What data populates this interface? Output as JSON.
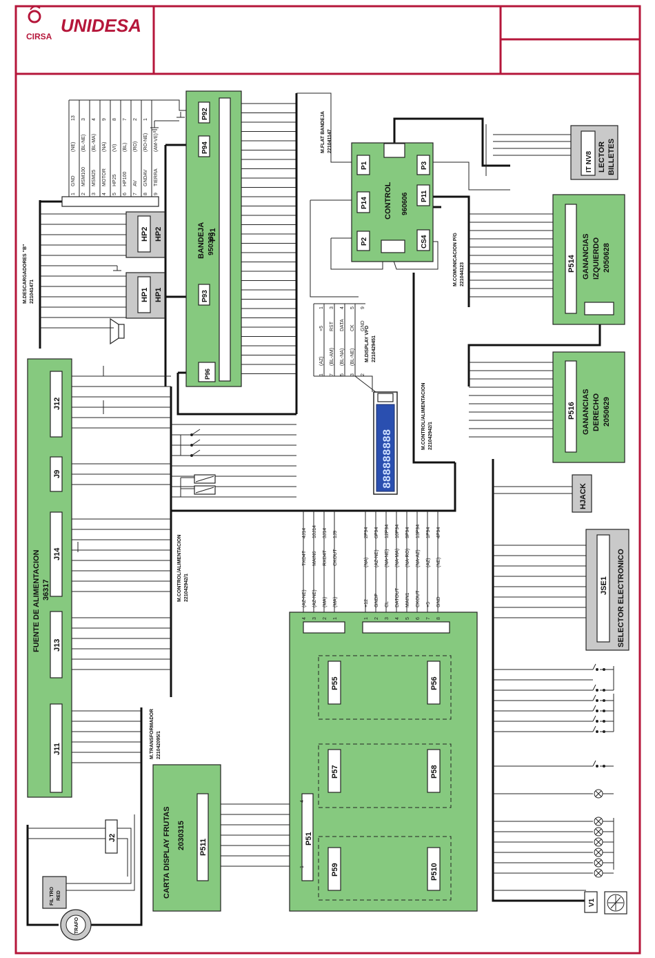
{
  "header": {
    "brand_small": "CIRSA",
    "brand": "UNIDESA"
  },
  "boards": {
    "bandeja": {
      "title": "BANDEJA",
      "code": "950303"
    },
    "control": {
      "title": "CONTROL",
      "code": "960606"
    },
    "lector": {
      "line1": "LECTOR",
      "line2": "BILLETES",
      "connector": "IT NV8"
    },
    "ganancias_izq": {
      "title": "GANANCIAS",
      "side": "IZQUIERDO",
      "code": "2050628",
      "connector": "P514"
    },
    "ganancias_der": {
      "title": "GANANCIAS",
      "side": "DERECHO",
      "code": "2050629",
      "connector": "P516"
    },
    "fuente": {
      "title": "FUENTE DE ALIMENTACION",
      "code": "36317"
    },
    "selector": {
      "title": "SELECTOR ELECTRONICO",
      "connector": "JSE1"
    },
    "carta": {
      "title": "CARTA DISPLAY FRUTAS",
      "code": "2030315",
      "connector": "P511"
    },
    "hjack": "HJACK",
    "filtro": {
      "line1": "FIL TRO",
      "line2": "RED"
    },
    "trafo": "TRAFO",
    "hp1": {
      "box": "HP1",
      "inner": "HP1"
    },
    "hp2": {
      "box": "HP2",
      "inner": "HP2"
    }
  },
  "connectors": {
    "p92": "P92",
    "p94": "P94",
    "p93": "P93",
    "p96": "P96",
    "p91": "P91",
    "p1": "P1",
    "p3": "P3",
    "p14": "P14",
    "p11": "P11",
    "p2": "P2",
    "cs4": "CS4",
    "j12": "J12",
    "j9": "J9",
    "j14": "J14",
    "j13": "J13",
    "j11": "J11",
    "j2": "J2",
    "p51": "P51",
    "p55": "P55",
    "p56": "P56",
    "p57": "P57",
    "p58": "P58",
    "p59": "P59",
    "p510": "P510",
    "v1": "V1"
  },
  "cables": {
    "descargadores": {
      "name": "M.DESCARGADORES \"B\"",
      "code": "221041471"
    },
    "flat_bandeja": {
      "name": "M.FLAT BANDEJA",
      "code": "221041147"
    },
    "display_vfd": {
      "name": "M.DISPLAY VFD",
      "code": "2210429451"
    },
    "comunicacion": {
      "name": "M.COMUNICACION P/G",
      "code": "221044123"
    },
    "control_alim_1": {
      "name": "M.CONTROL/ALIMENTACION",
      "code": "221042942/1"
    },
    "control_alim_2": {
      "name": "M.CONTROL/ALIMENTACION",
      "code": "221042942/1"
    },
    "transformador": {
      "name": "M.TRANSFORMADOR",
      "code": "221042095/1"
    }
  },
  "pin_table_top": [
    {
      "n": "1",
      "name": "GND",
      "color": "(NE)",
      "p": "13"
    },
    {
      "n": "2",
      "name": "MSM100",
      "color": "(BL-NE)",
      "p": "3"
    },
    {
      "n": "3",
      "name": "MSM25",
      "color": "(BL-MA)",
      "p": "4"
    },
    {
      "n": "4",
      "name": "MOTOR",
      "color": "(NA)",
      "p": "9"
    },
    {
      "n": "5",
      "name": "HP25",
      "color": "(VI)",
      "p": "8"
    },
    {
      "n": "6",
      "name": "HP100",
      "color": "(BL)",
      "p": "7"
    },
    {
      "n": "7",
      "name": "AV",
      "color": "(RO)",
      "p": "2"
    },
    {
      "n": "8",
      "name": "GNDAV",
      "color": "(RO-NE)",
      "p": "1"
    },
    {
      "n": "9",
      "name": "TIERRA",
      "color": "(AM-VE)",
      "p": ""
    }
  ],
  "pin_table_vfd": [
    {
      "n": "1",
      "color": "(AZ)",
      "name": "+5",
      "p": "1"
    },
    {
      "n": "7",
      "color": "(BL-AM)",
      "name": "RST",
      "p": "3"
    },
    {
      "n": "5",
      "color": "(BL-NA)",
      "name": "DATA",
      "p": "4"
    },
    {
      "n": "3",
      "color": "(BL-NE)",
      "name": "CK",
      "p": "5"
    },
    {
      "n": "2",
      "color": "",
      "name": "GND",
      "p": "9"
    }
  ],
  "pin_table_main_a": [
    {
      "n": "4",
      "color": "(AZ-NE)",
      "name": "TXD4T",
      "p": "4J14"
    },
    {
      "n": "3",
      "color": "(AZ-NE)",
      "name": "MAIN6",
      "p": "10J14"
    },
    {
      "n": "2",
      "color": "(MA)",
      "name": "RXD4T",
      "p": "3J14"
    },
    {
      "n": "1",
      "color": "(MA)",
      "name": "CKOUT",
      "p": "1J9"
    }
  ],
  "pin_table_main_b": [
    {
      "n": "1",
      "name": "+12",
      "color": "(NA)",
      "p": "2P94"
    },
    {
      "n": "2",
      "name": "GNDP",
      "color": "(AZ-NE)",
      "p": "6P94"
    },
    {
      "n": "3",
      "name": "CL",
      "color": "(NA-NE)",
      "p": "12P94"
    },
    {
      "n": "4",
      "name": "DATOUT",
      "color": "(NA-MA)",
      "p": "10P94"
    },
    {
      "n": "5",
      "name": "MAIN1",
      "color": "(NA-RO)",
      "p": "9P94"
    },
    {
      "n": "6",
      "name": "CKOUT",
      "color": "(NA-AZ)",
      "p": "13P94"
    },
    {
      "n": "7",
      "name": "+5",
      "color": "(AZ)",
      "p": "1P94"
    },
    {
      "n": "8",
      "name": "GND",
      "color": "(NE)",
      "p": "4P94"
    }
  ],
  "p51_pins": {
    "top": "4",
    "bottom": "1"
  },
  "display_digits": "888888888",
  "colors": {
    "frame": "#b5163a",
    "board": "#86c97f",
    "gray": "#c9c9c9",
    "lcd": "#2a4fb0"
  }
}
